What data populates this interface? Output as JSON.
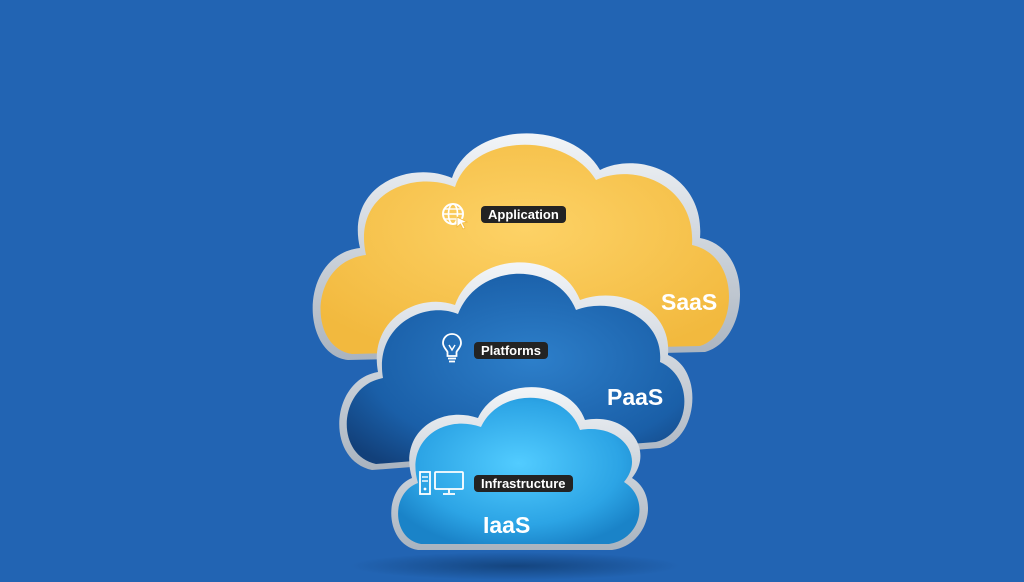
{
  "colors": {
    "background": "#2264b3",
    "saas_cloud": "#f9c44f",
    "paas_cloud": "#1a5fa8",
    "iaas_cloud": "#39b2ee",
    "rim": "#d9dfe6",
    "label_pill": "#232323",
    "text": "#ffffff"
  },
  "layers": {
    "saas": {
      "label": "Application",
      "tier": "SaaS",
      "icon": "globe-cursor-icon"
    },
    "paas": {
      "label": "Platforms",
      "tier": "PaaS",
      "icon": "lightbulb-icon"
    },
    "iaas": {
      "label": "Infrastructure",
      "tier": "IaaS",
      "icon": "server-monitor-icon"
    }
  }
}
